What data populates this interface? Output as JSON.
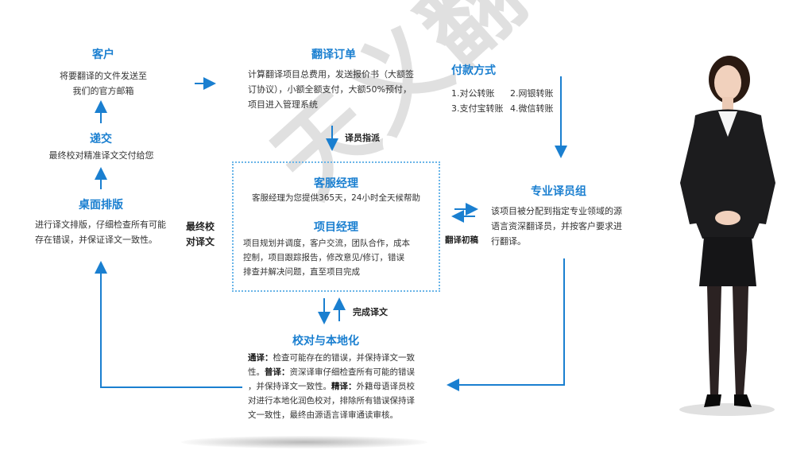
{
  "customer": {
    "title": "客户",
    "lines": [
      "将要翻译的文件发送至",
      "我们的官方邮箱"
    ]
  },
  "order": {
    "title": "翻译订单",
    "lines": [
      "计算翻译项目总费用，发送报价书（大额签",
      "订协议），小额全额支付，大额50%预付，",
      "项目进入管理系统"
    ]
  },
  "payment": {
    "title": "付款方式",
    "items": [
      "1.对公转账",
      "2.网银转账",
      "3.支付宝转账",
      "4.微信转账"
    ]
  },
  "assign_label": "译员指派",
  "cs_manager": {
    "title": "客服经理",
    "text": "客服经理为您提供365天，24小时全天候帮助"
  },
  "project_manager": {
    "title": "项目经理",
    "lines": [
      "项目规划并调度，客户交流，团队合作，成本",
      "控制，项目跟踪报告，修改意见/修订，错误",
      "排查并解决问题，直至项目完成"
    ]
  },
  "translator_team": {
    "title": "专业译员组",
    "lines": [
      "该项目被分配到指定专业领域的源",
      "语言资深翻译员，并按客户要求进",
      "行翻译。"
    ]
  },
  "first_draft_label": "翻译初稿",
  "submit": {
    "title": "递交",
    "text": "最终校对精准译文交付给您"
  },
  "dtp": {
    "title": "桌面排版",
    "lines": [
      "进行译文排版，仔细检查所有可能",
      "存在错误，并保证译文一致性。"
    ]
  },
  "final_proof_label": [
    "最终校",
    "对译文"
  ],
  "complete_label": "完成译文",
  "proofread": {
    "title": "校对与本地化",
    "segments": [
      {
        "bold": "通译：",
        "text": "检查可能存在的错误，并保持译文一致"
      },
      {
        "bold": "",
        "text": "性。"
      },
      {
        "bold": "普译：",
        "text": "资深译审仔细检查所有可能的错误"
      },
      {
        "bold": "",
        "text": "，并保持译文一致性。"
      },
      {
        "bold": "精译：",
        "text": "外籍母语译员校"
      },
      {
        "bold": "",
        "text": "对进行本地化润色校对，排除所有错误保持译"
      },
      {
        "bold": "",
        "text": "文一致性，最终由源语言译审通读审核。"
      }
    ]
  },
  "watermark": "天义翻译",
  "colors": {
    "accent": "#1a7fd0",
    "dotted": "#6ab5e8"
  }
}
